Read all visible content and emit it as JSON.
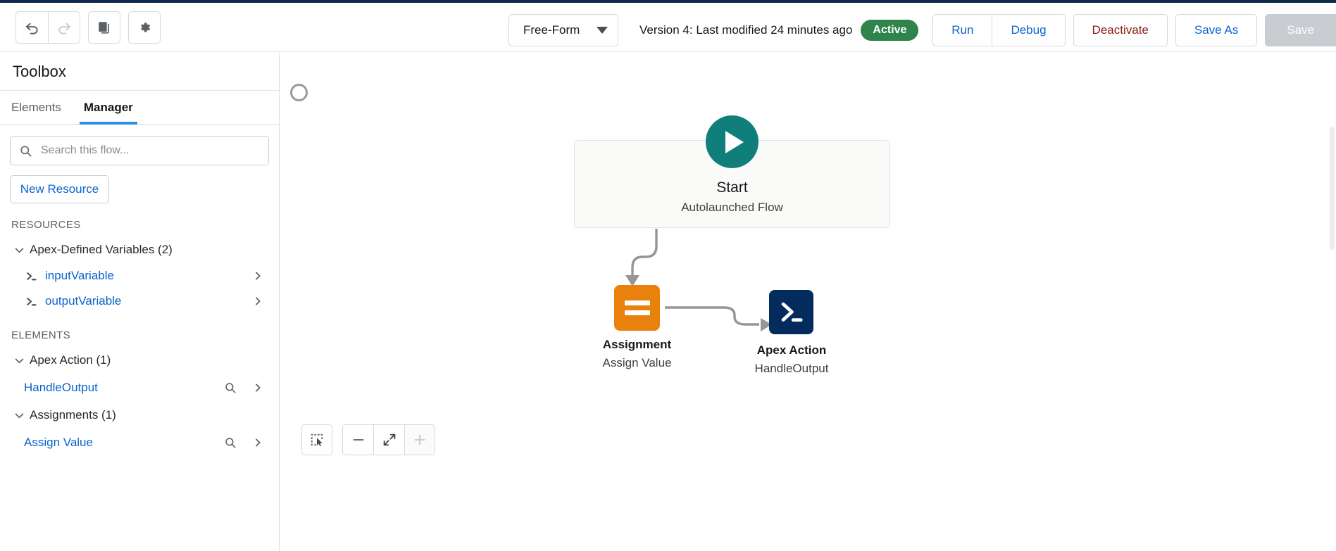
{
  "header": {
    "undo_label": "Undo",
    "redo_label": "Redo",
    "copy_label": "Copy Element",
    "settings_label": "Flow Settings",
    "layout_select_value": "Free-Form",
    "version_text": "Version 4: Last modified 24 minutes ago",
    "status_badge": "Active",
    "run_label": "Run",
    "debug_label": "Debug",
    "deactivate_label": "Deactivate",
    "save_as_label": "Save As",
    "save_label": "Save",
    "accent_link": "#0b63ce",
    "danger_color": "#8c1b12",
    "badge_color": "#2e844a"
  },
  "sidebar": {
    "title": "Toolbox",
    "tabs": [
      {
        "label": "Elements",
        "active": false
      },
      {
        "label": "Manager",
        "active": true
      }
    ],
    "search": {
      "placeholder": "Search this flow...",
      "value": "",
      "icon": "search-icon"
    },
    "new_resource_label": "New Resource",
    "resources": {
      "section_label": "RESOURCES",
      "groups": [
        {
          "label": "Apex-Defined Variables (2)",
          "expanded": true,
          "items": [
            {
              "label": "inputVariable",
              "icon": "apex-variable-icon"
            },
            {
              "label": "outputVariable",
              "icon": "apex-variable-icon"
            }
          ]
        }
      ]
    },
    "elements": {
      "section_label": "ELEMENTS",
      "groups": [
        {
          "label": "Apex Action (1)",
          "expanded": true,
          "items": [
            {
              "label": "HandleOutput"
            }
          ]
        },
        {
          "label": "Assignments (1)",
          "expanded": true,
          "items": [
            {
              "label": "Assign Value"
            }
          ]
        }
      ]
    }
  },
  "canvas": {
    "start_node": {
      "title": "Start",
      "subtitle": "Autolaunched Flow",
      "icon": "play-icon",
      "color": "#107f7c"
    },
    "assignment_node": {
      "title": "Assignment",
      "subtitle": "Assign Value",
      "icon": "equals-icon",
      "color": "#e8820c"
    },
    "apex_node": {
      "title": "Apex Action",
      "subtitle": "HandleOutput",
      "icon": "apex-console-icon",
      "color": "#042b5e"
    },
    "zoom_controls": [
      {
        "name": "marquee-select-icon",
        "label": "Select Mode",
        "disabled": false
      },
      {
        "name": "zoom-out-icon",
        "label": "Zoom Out",
        "disabled": false
      },
      {
        "name": "fit-to-view-icon",
        "label": "Zoom to Fit",
        "disabled": false
      },
      {
        "name": "zoom-in-icon",
        "label": "Zoom In",
        "disabled": true
      }
    ]
  }
}
